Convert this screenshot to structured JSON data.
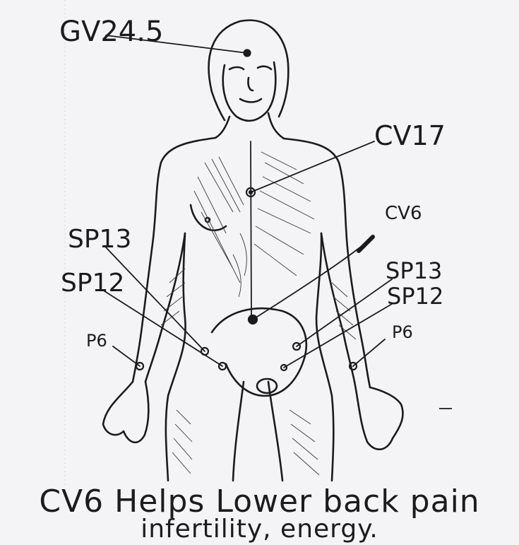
{
  "labels": {
    "gv24_5": "GV24.5",
    "cv17": "CV17",
    "cv6": "CV6",
    "sp13_left": "SP13",
    "sp12_left": "SP12",
    "p6_left": "P6",
    "sp13_right": "SP13",
    "sp12_right": "SP12",
    "p6_right": "P6"
  },
  "caption": {
    "line1": "CV6 Helps Lower back pain",
    "line2": "infertility, energy."
  },
  "colors": {
    "ink": "#1b1b1b",
    "paper": "#f4f4f7"
  }
}
